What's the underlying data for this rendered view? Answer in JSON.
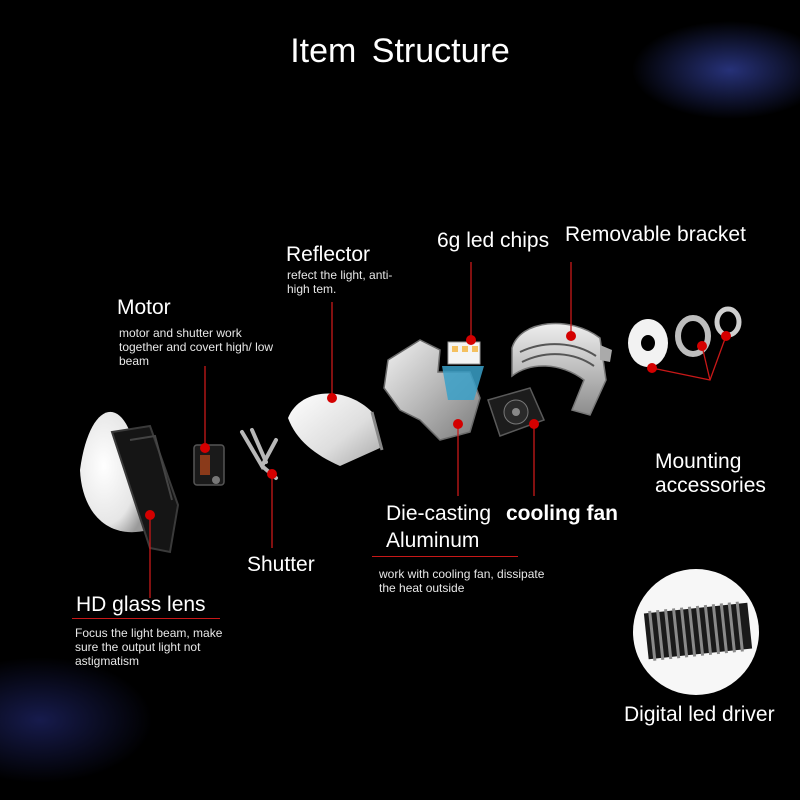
{
  "title": "Item  Structure",
  "components": {
    "hd_glass_lens": {
      "label": "HD glass lens",
      "description": "Focus the light beam, make sure the output light  not astigmatism"
    },
    "motor": {
      "label": "Motor",
      "description": "motor and shutter work together and covert high/ low beam"
    },
    "shutter": {
      "label": "Shutter"
    },
    "reflector": {
      "label": "Reflector",
      "description": "refect the light, anti- high tem."
    },
    "led_chips": {
      "label": "6g led chips"
    },
    "removable_bracket": {
      "label": "Removable bracket"
    },
    "die_casting": {
      "label_line1": "Die-casting",
      "label_line2": "Aluminum",
      "description": "work with cooling fan, dissipate the heat outside"
    },
    "cooling_fan": {
      "label": "cooling fan"
    },
    "mounting": {
      "label_line1": "Mounting",
      "label_line2": "accessories"
    },
    "driver": {
      "label": "Digital led driver"
    }
  },
  "colors": {
    "background": "#000000",
    "pointer": "#d40000",
    "text": "#ffffff",
    "glow": "#4658dc"
  }
}
